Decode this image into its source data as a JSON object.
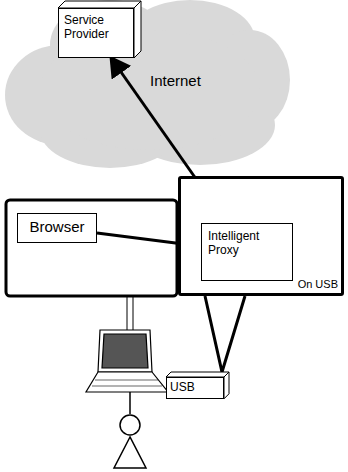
{
  "diagram": {
    "nodes": [
      {
        "text": [
          "Service Provider"
        ]
      },
      {
        "text": [
          "Browser"
        ]
      },
      {
        "text": [
          "On USB"
        ]
      },
      {
        "text": [
          "Intelligent Proxy"
        ],
        "in": 2
      },
      {
        "text": [
          "USB"
        ]
      }
    ],
    "edges": [
      {
        "from": 3,
        "to": 0,
        "arrow": "to"
      },
      {
        "from": 1,
        "to": 3,
        "arrow": "none"
      }
    ],
    "labels": [
      "Internet"
    ]
  }
}
